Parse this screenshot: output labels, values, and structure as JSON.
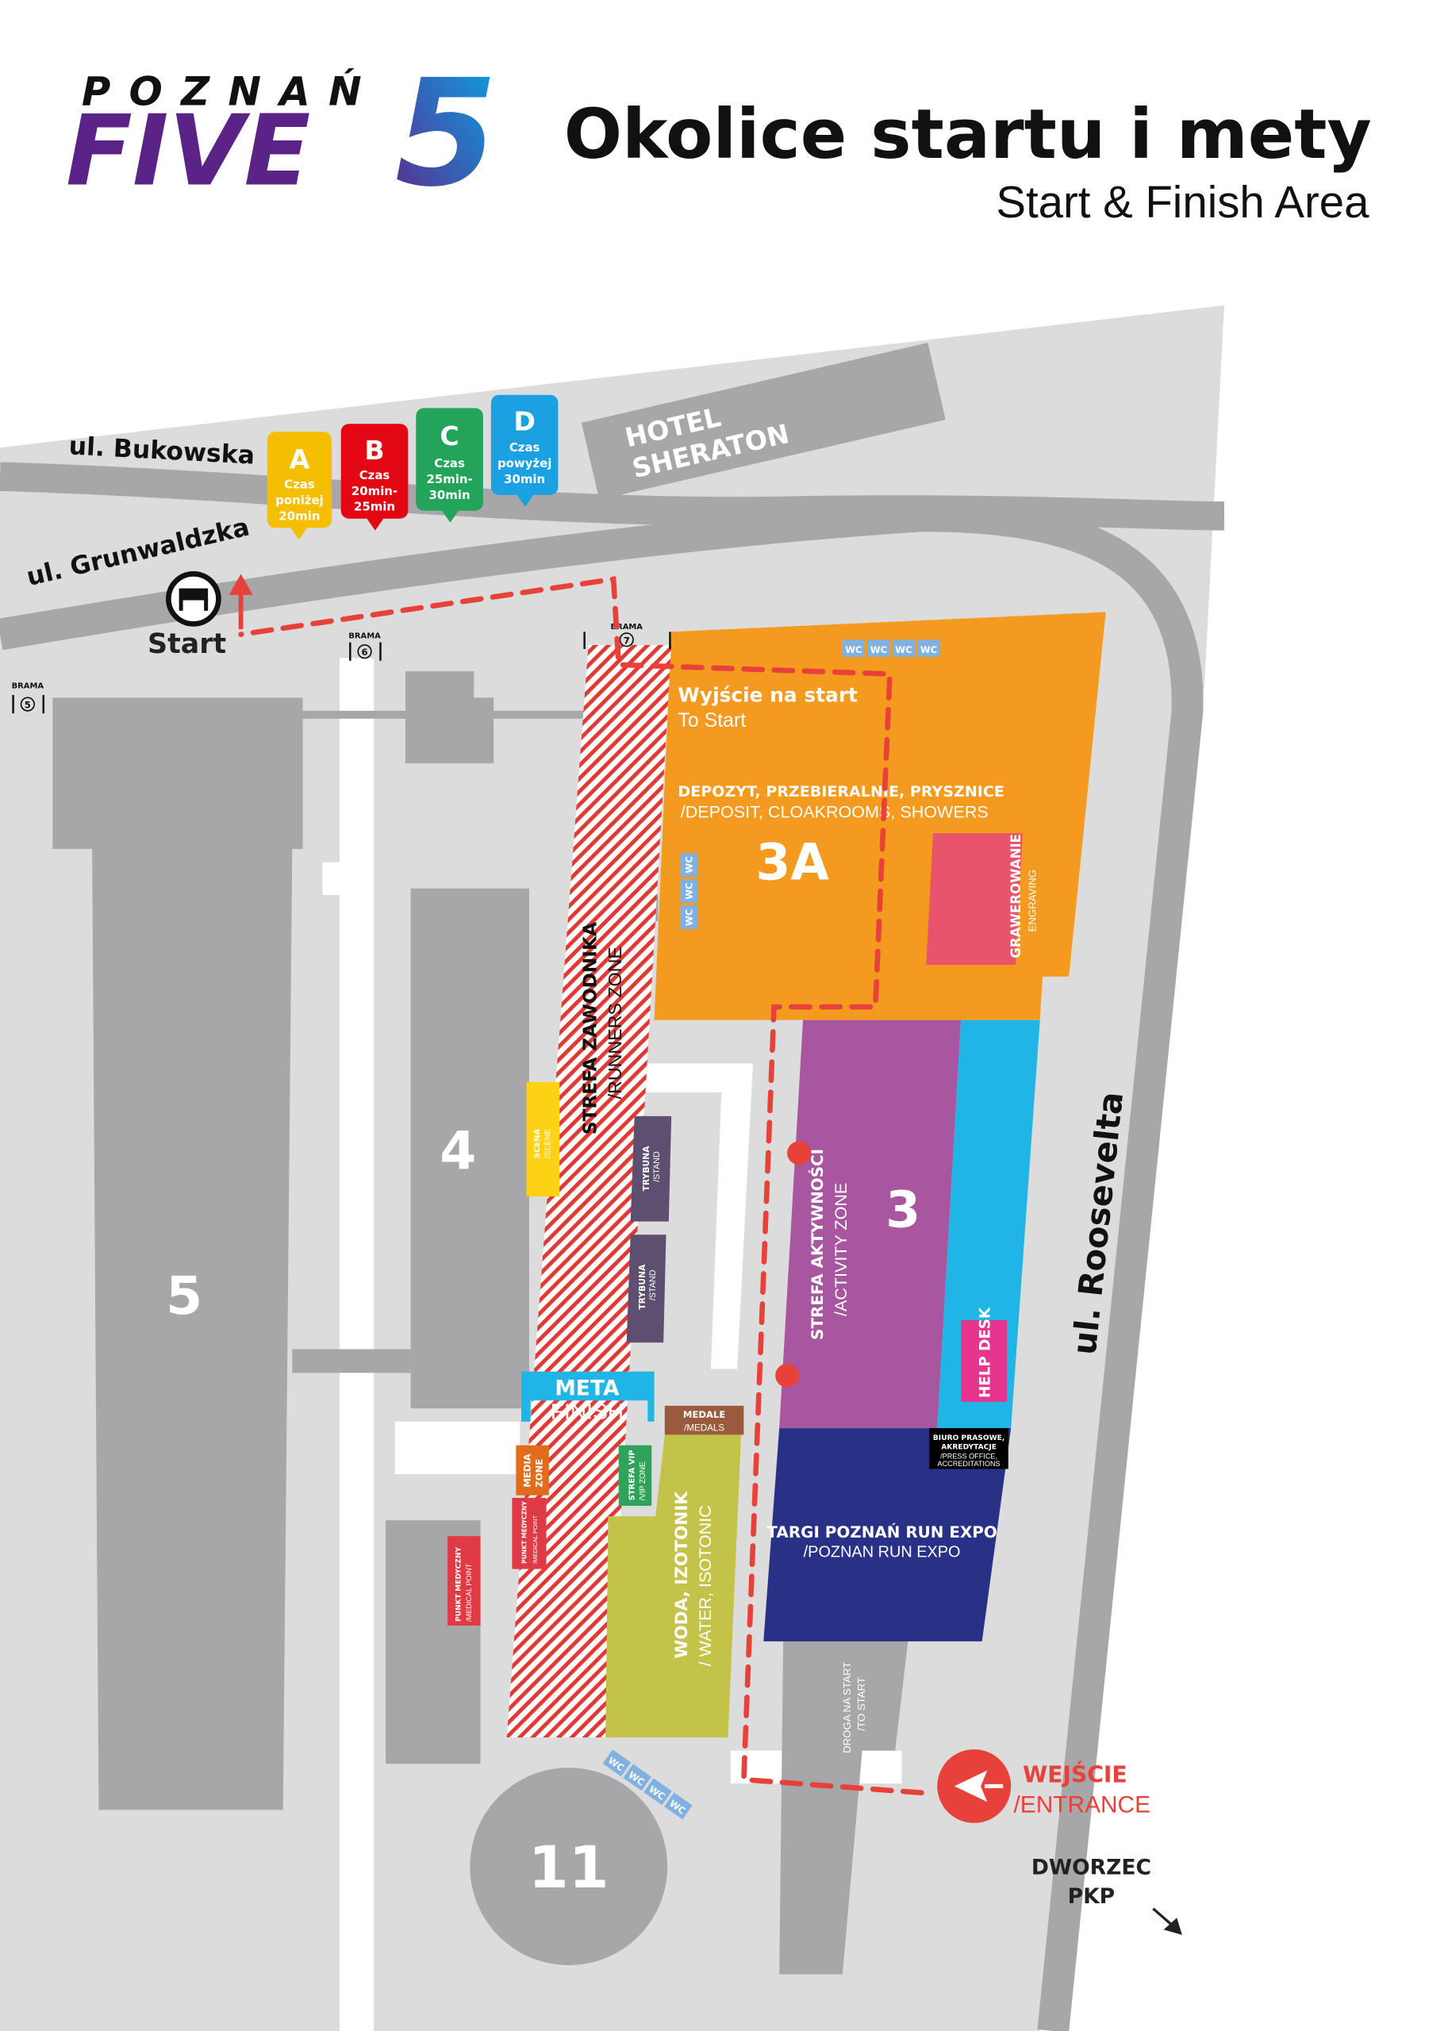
{
  "header": {
    "logo_top": "POZNAŃ",
    "logo_main": "FIVE",
    "logo_digit": "5",
    "title": "Okolice startu i mety",
    "subtitle": "Start & Finish Area"
  },
  "streets": {
    "bukowska": "ul. Bukowska",
    "grunwaldzka": "ul. Grunwaldzka",
    "roosevelta": "ul. Roosevelta"
  },
  "hotel": {
    "line1": "HOTEL",
    "line2": "SHERATON"
  },
  "corrals": [
    {
      "letter": "A",
      "l1": "Czas",
      "l2": "poniżej",
      "l3": "20min",
      "color": "#f6be00"
    },
    {
      "letter": "B",
      "l1": "Czas",
      "l2": "20min-",
      "l3": "25min",
      "color": "#e30613"
    },
    {
      "letter": "C",
      "l1": "Czas",
      "l2": "25min-",
      "l3": "30min",
      "color": "#22a45a"
    },
    {
      "letter": "D",
      "l1": "Czas",
      "l2": "powyżej",
      "l3": "30min",
      "color": "#1ba1e2"
    }
  ],
  "start": {
    "label": "Start"
  },
  "gates": [
    {
      "label": "BRAMA",
      "num": "5"
    },
    {
      "label": "BRAMA",
      "num": "6"
    },
    {
      "label": "BRAMA",
      "num": "7"
    }
  ],
  "buildings": {
    "b5": "5",
    "b4": "4",
    "b3": "3",
    "b3a": "3A",
    "b11": "11"
  },
  "zones": {
    "exit_start": {
      "pl": "Wyjście na start",
      "en": "To Start"
    },
    "deposit": {
      "pl": "DEPOZYT, PRZEBIERALNIE, PRYSZNICE",
      "en": "/DEPOSIT, CLOAKROOMS, SHOWERS"
    },
    "engraving": {
      "pl": "GRAWEROWANIE",
      "en": "ENGRAVING"
    },
    "runners": {
      "pl": "STREFA ZAWODNIKA",
      "en": "/RUNNERS ZONE"
    },
    "scene": {
      "pl": "SCENA",
      "en": "/SCENE"
    },
    "stand1": {
      "pl": "TRYBUNA",
      "en": "/STAND"
    },
    "stand2": {
      "pl": "TRYBUNA",
      "en": "/STAND"
    },
    "activity": {
      "pl": "STREFA AKTYWNOŚCI",
      "en": "/ACTIVITY ZONE"
    },
    "help_desk": "HELP DESK",
    "press": {
      "l1": "BIURO PRASOWE,",
      "l2": "AKREDYTACJE",
      "l3": "/PRESS OFFICE,",
      "l4": "ACCREDITATIONS"
    },
    "expo": {
      "pl": "TARGI POZNAŃ RUN EXPO",
      "en": "/POZNAN RUN EXPO"
    },
    "finish": {
      "pl": "META",
      "en": "FINISH"
    },
    "medals": {
      "pl": "MEDALE",
      "en": "/MEDALS"
    },
    "media": {
      "l1": "MEDIA",
      "l2": "ZONE"
    },
    "medical1": {
      "pl": "PUNKT MEDYCZNY",
      "en": "/MEDICAL POINT"
    },
    "medical2": {
      "pl": "PUNKT MEDYCZNY",
      "en": "/MEDICAL POINT"
    },
    "vip": {
      "pl": "STREFA VIP",
      "en": "/VIP ZONE"
    },
    "water": {
      "pl": "WODA, IZOTONIK",
      "en": "/ WATER, ISOTONIC"
    },
    "to_start": {
      "pl": "DROGA NA START",
      "en": "/TO START"
    },
    "wc": "WC"
  },
  "entrance": {
    "pl": "WEJŚCIE",
    "en": "/ENTRANCE"
  },
  "station": {
    "l1": "DWORZEC",
    "l2": "PKP"
  },
  "colors": {
    "orange": "#f39a1f",
    "purple": "#a8569f",
    "cyan": "#21b5e6",
    "navy": "#283186",
    "route": "#e8413a",
    "road": "#a7a7a9",
    "ground": "#dcdcdc"
  }
}
